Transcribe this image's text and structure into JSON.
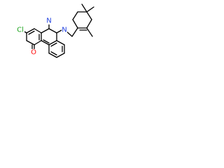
{
  "molecule": {
    "atoms": {
      "cl": {
        "symbol": "Cl",
        "color": "#1fa51f"
      },
      "o": {
        "symbol": "O",
        "color": "#ff0d0d"
      },
      "n_top": {
        "symbol": "N",
        "color": "#1f3fdf"
      },
      "n_bottom": {
        "symbol": "N",
        "color": "#1f3fdf"
      }
    }
  }
}
